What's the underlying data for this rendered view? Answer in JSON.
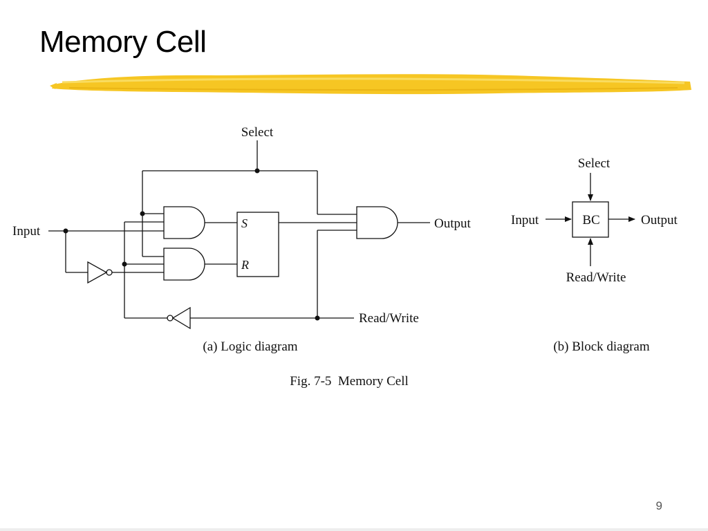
{
  "slide": {
    "title": "Memory Cell",
    "page_number": "9",
    "accent_color": "#f5c518"
  },
  "logic_diagram": {
    "select_label": "Select",
    "input_label": "Input",
    "output_label": "Output",
    "read_write_label": "Read/Write",
    "latch_s_label": "S",
    "latch_r_label": "R",
    "caption": "(a) Logic diagram"
  },
  "block_diagram": {
    "select_label": "Select",
    "input_label": "Input",
    "output_label": "Output",
    "read_write_label": "Read/Write",
    "block_label": "BC",
    "caption": "(b) Block diagram"
  },
  "figure_caption": "Fig. 7-5  Memory Cell"
}
